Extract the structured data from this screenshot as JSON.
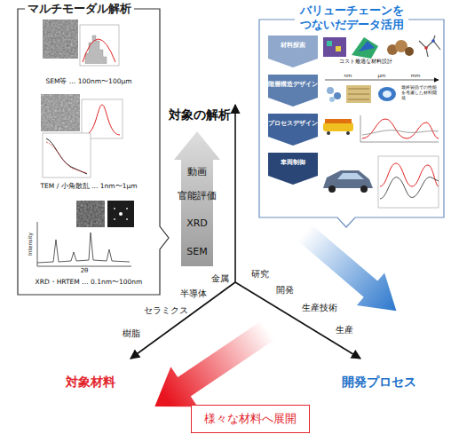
{
  "diagram": {
    "nodes": [
      {
        "text": [
          "マルチモーダル解析"
        ]
      },
      {
        "text": [
          "バリューチェーンを つないだデータ活用"
        ]
      },
      {
        "text": [
          "材料探索"
        ],
        "in": 1
      },
      {
        "text": [
          "階層構造デザイン"
        ],
        "in": 1
      },
      {
        "text": [
          "プロセスデザイン"
        ],
        "in": 1
      },
      {
        "text": [
          "車両制御"
        ],
        "in": 1
      },
      {
        "text": [
          "様々な材料へ展開"
        ]
      }
    ],
    "labels": [
      "SEM等 … 100nm〜100μm",
      "TEM / 小角散乱 … 1nm〜1μm",
      "Intensity",
      "2θ",
      "XRD・HRTEM … 0.1nm〜100nm",
      "コスト最適な材料設計",
      "nm",
      "μm",
      "mm",
      "最終製品での性能を考慮した材料開発",
      "対象の解析",
      "動画",
      "官能評価",
      "XRD",
      "SEM",
      "研究",
      "開発",
      "生産技術",
      "生産",
      "金属",
      "半導体",
      "セラミクス",
      "樹脂",
      "対象材料",
      "開発プロセス"
    ]
  }
}
